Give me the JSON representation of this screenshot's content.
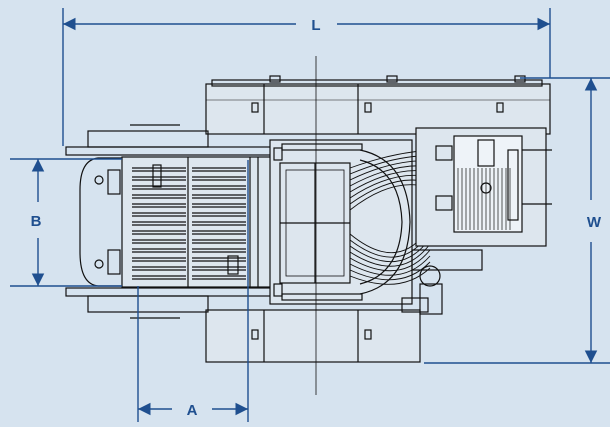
{
  "colors": {
    "background": "#d6e3ef",
    "dimension": "#1f4f8f",
    "drawing": "#111111"
  },
  "dimensions": {
    "length": "L",
    "width": "W",
    "a": "A",
    "b": "B"
  }
}
